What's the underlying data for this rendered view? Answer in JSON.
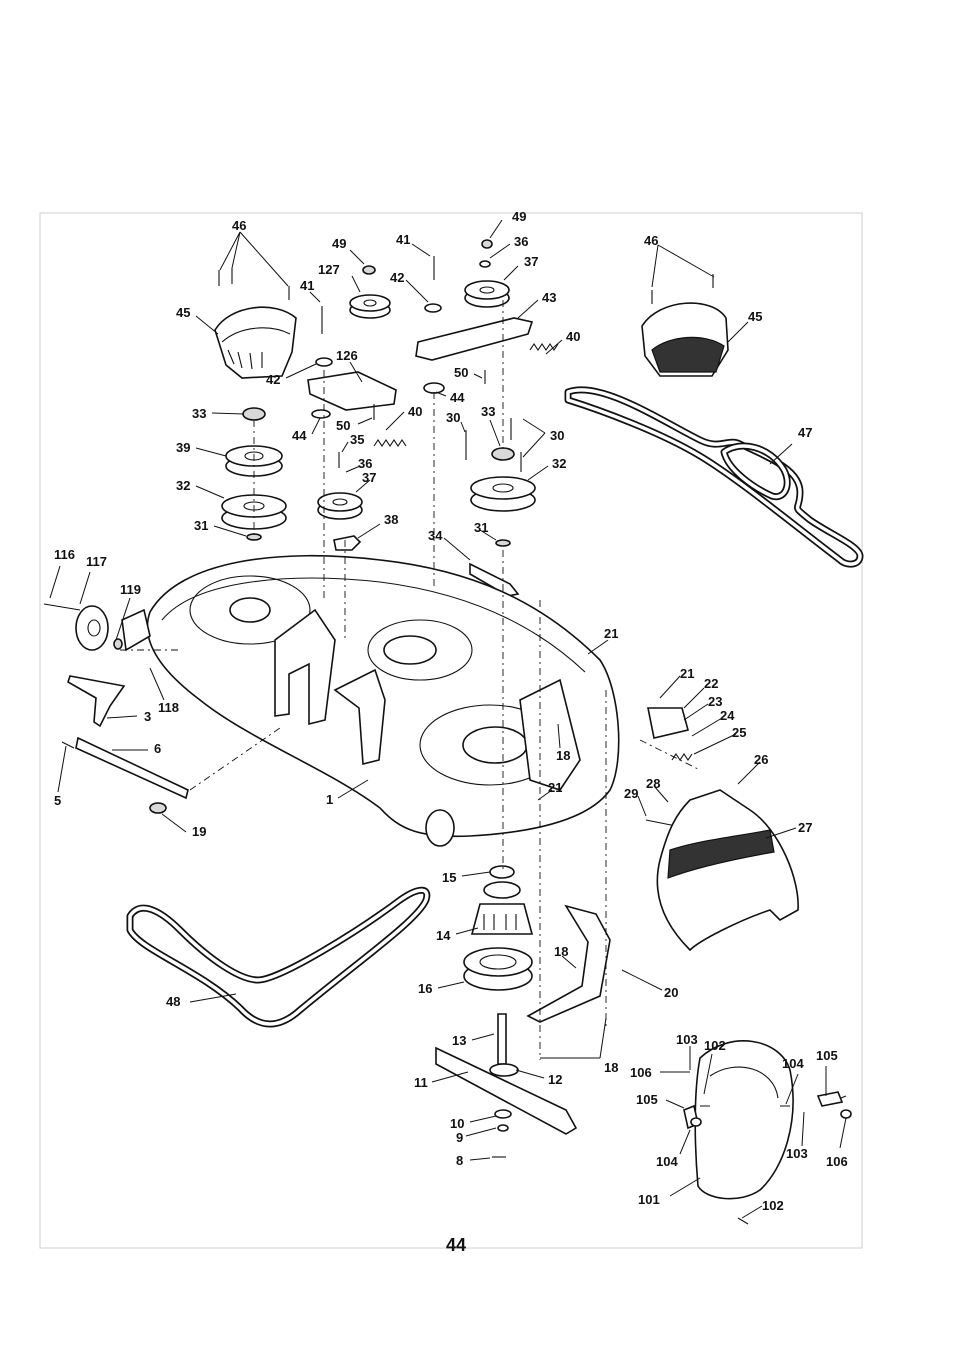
{
  "diagram": {
    "page_number": "44",
    "labels": [
      {
        "id": "46a",
        "text": "46"
      },
      {
        "id": "45a",
        "text": "45"
      },
      {
        "id": "33a",
        "text": "33"
      },
      {
        "id": "39",
        "text": "39"
      },
      {
        "id": "32a",
        "text": "32"
      },
      {
        "id": "31a",
        "text": "31"
      },
      {
        "id": "49a",
        "text": "49"
      },
      {
        "id": "127",
        "text": "127"
      },
      {
        "id": "41a",
        "text": "41"
      },
      {
        "id": "42a",
        "text": "42"
      },
      {
        "id": "126",
        "text": "126"
      },
      {
        "id": "44a",
        "text": "44"
      },
      {
        "id": "50a",
        "text": "50"
      },
      {
        "id": "35",
        "text": "35"
      },
      {
        "id": "36a",
        "text": "36"
      },
      {
        "id": "37a",
        "text": "37"
      },
      {
        "id": "38",
        "text": "38"
      },
      {
        "id": "40a",
        "text": "40"
      },
      {
        "id": "41b",
        "text": "41"
      },
      {
        "id": "42b",
        "text": "42"
      },
      {
        "id": "49b",
        "text": "49"
      },
      {
        "id": "36b",
        "text": "36"
      },
      {
        "id": "37b",
        "text": "37"
      },
      {
        "id": "43",
        "text": "43"
      },
      {
        "id": "40b",
        "text": "40"
      },
      {
        "id": "50b",
        "text": "50"
      },
      {
        "id": "44b",
        "text": "44"
      },
      {
        "id": "30a",
        "text": "30"
      },
      {
        "id": "33b",
        "text": "33"
      },
      {
        "id": "30b",
        "text": "30"
      },
      {
        "id": "32b",
        "text": "32"
      },
      {
        "id": "31b",
        "text": "31"
      },
      {
        "id": "34",
        "text": "34"
      },
      {
        "id": "46b",
        "text": "46"
      },
      {
        "id": "45b",
        "text": "45"
      },
      {
        "id": "47",
        "text": "47"
      },
      {
        "id": "116",
        "text": "116"
      },
      {
        "id": "117",
        "text": "117"
      },
      {
        "id": "119",
        "text": "119"
      },
      {
        "id": "118",
        "text": "118"
      },
      {
        "id": "3",
        "text": "3"
      },
      {
        "id": "6",
        "text": "6"
      },
      {
        "id": "5",
        "text": "5"
      },
      {
        "id": "19",
        "text": "19"
      },
      {
        "id": "1",
        "text": "1"
      },
      {
        "id": "21a",
        "text": "21"
      },
      {
        "id": "18a",
        "text": "18"
      },
      {
        "id": "21b",
        "text": "21"
      },
      {
        "id": "21c",
        "text": "21"
      },
      {
        "id": "22",
        "text": "22"
      },
      {
        "id": "23",
        "text": "23"
      },
      {
        "id": "24",
        "text": "24"
      },
      {
        "id": "25",
        "text": "25"
      },
      {
        "id": "26",
        "text": "26"
      },
      {
        "id": "28",
        "text": "28"
      },
      {
        "id": "29",
        "text": "29"
      },
      {
        "id": "27",
        "text": "27"
      },
      {
        "id": "15",
        "text": "15"
      },
      {
        "id": "14",
        "text": "14"
      },
      {
        "id": "16",
        "text": "16"
      },
      {
        "id": "18b",
        "text": "18"
      },
      {
        "id": "20",
        "text": "20"
      },
      {
        "id": "48",
        "text": "48"
      },
      {
        "id": "13",
        "text": "13"
      },
      {
        "id": "11",
        "text": "11"
      },
      {
        "id": "12",
        "text": "12"
      },
      {
        "id": "18c",
        "text": "18"
      },
      {
        "id": "10",
        "text": "10"
      },
      {
        "id": "9",
        "text": "9"
      },
      {
        "id": "8",
        "text": "8"
      },
      {
        "id": "103a",
        "text": "103"
      },
      {
        "id": "102a",
        "text": "102"
      },
      {
        "id": "106a",
        "text": "106"
      },
      {
        "id": "105a",
        "text": "105"
      },
      {
        "id": "104a",
        "text": "104"
      },
      {
        "id": "101",
        "text": "101"
      },
      {
        "id": "102b",
        "text": "102"
      },
      {
        "id": "104b",
        "text": "104"
      },
      {
        "id": "105b",
        "text": "105"
      },
      {
        "id": "103b",
        "text": "103"
      },
      {
        "id": "106b",
        "text": "106"
      }
    ]
  }
}
